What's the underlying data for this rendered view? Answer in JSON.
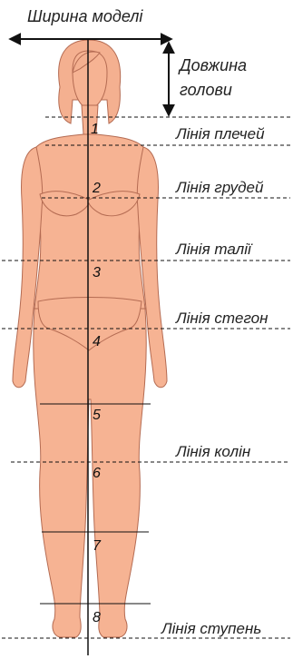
{
  "model_width_label": "Ширина моделі",
  "head_length_label_line1": "Довжина",
  "head_length_label_line2": "голови",
  "lines": {
    "shoulders": "Лінія плечей",
    "chest": "Лінія грудей",
    "waist": "Лінія талії",
    "hips": "Лінія стегон",
    "knees": "Лінія колін",
    "feet": "Лінія ступень"
  },
  "segment_numbers": [
    "1",
    "2",
    "3",
    "4",
    "5",
    "6",
    "7",
    "8"
  ],
  "colors": {
    "skin": "#f6b393",
    "outline": "#b46b52",
    "hair": "#f4b090",
    "guide_line": "#111111"
  }
}
